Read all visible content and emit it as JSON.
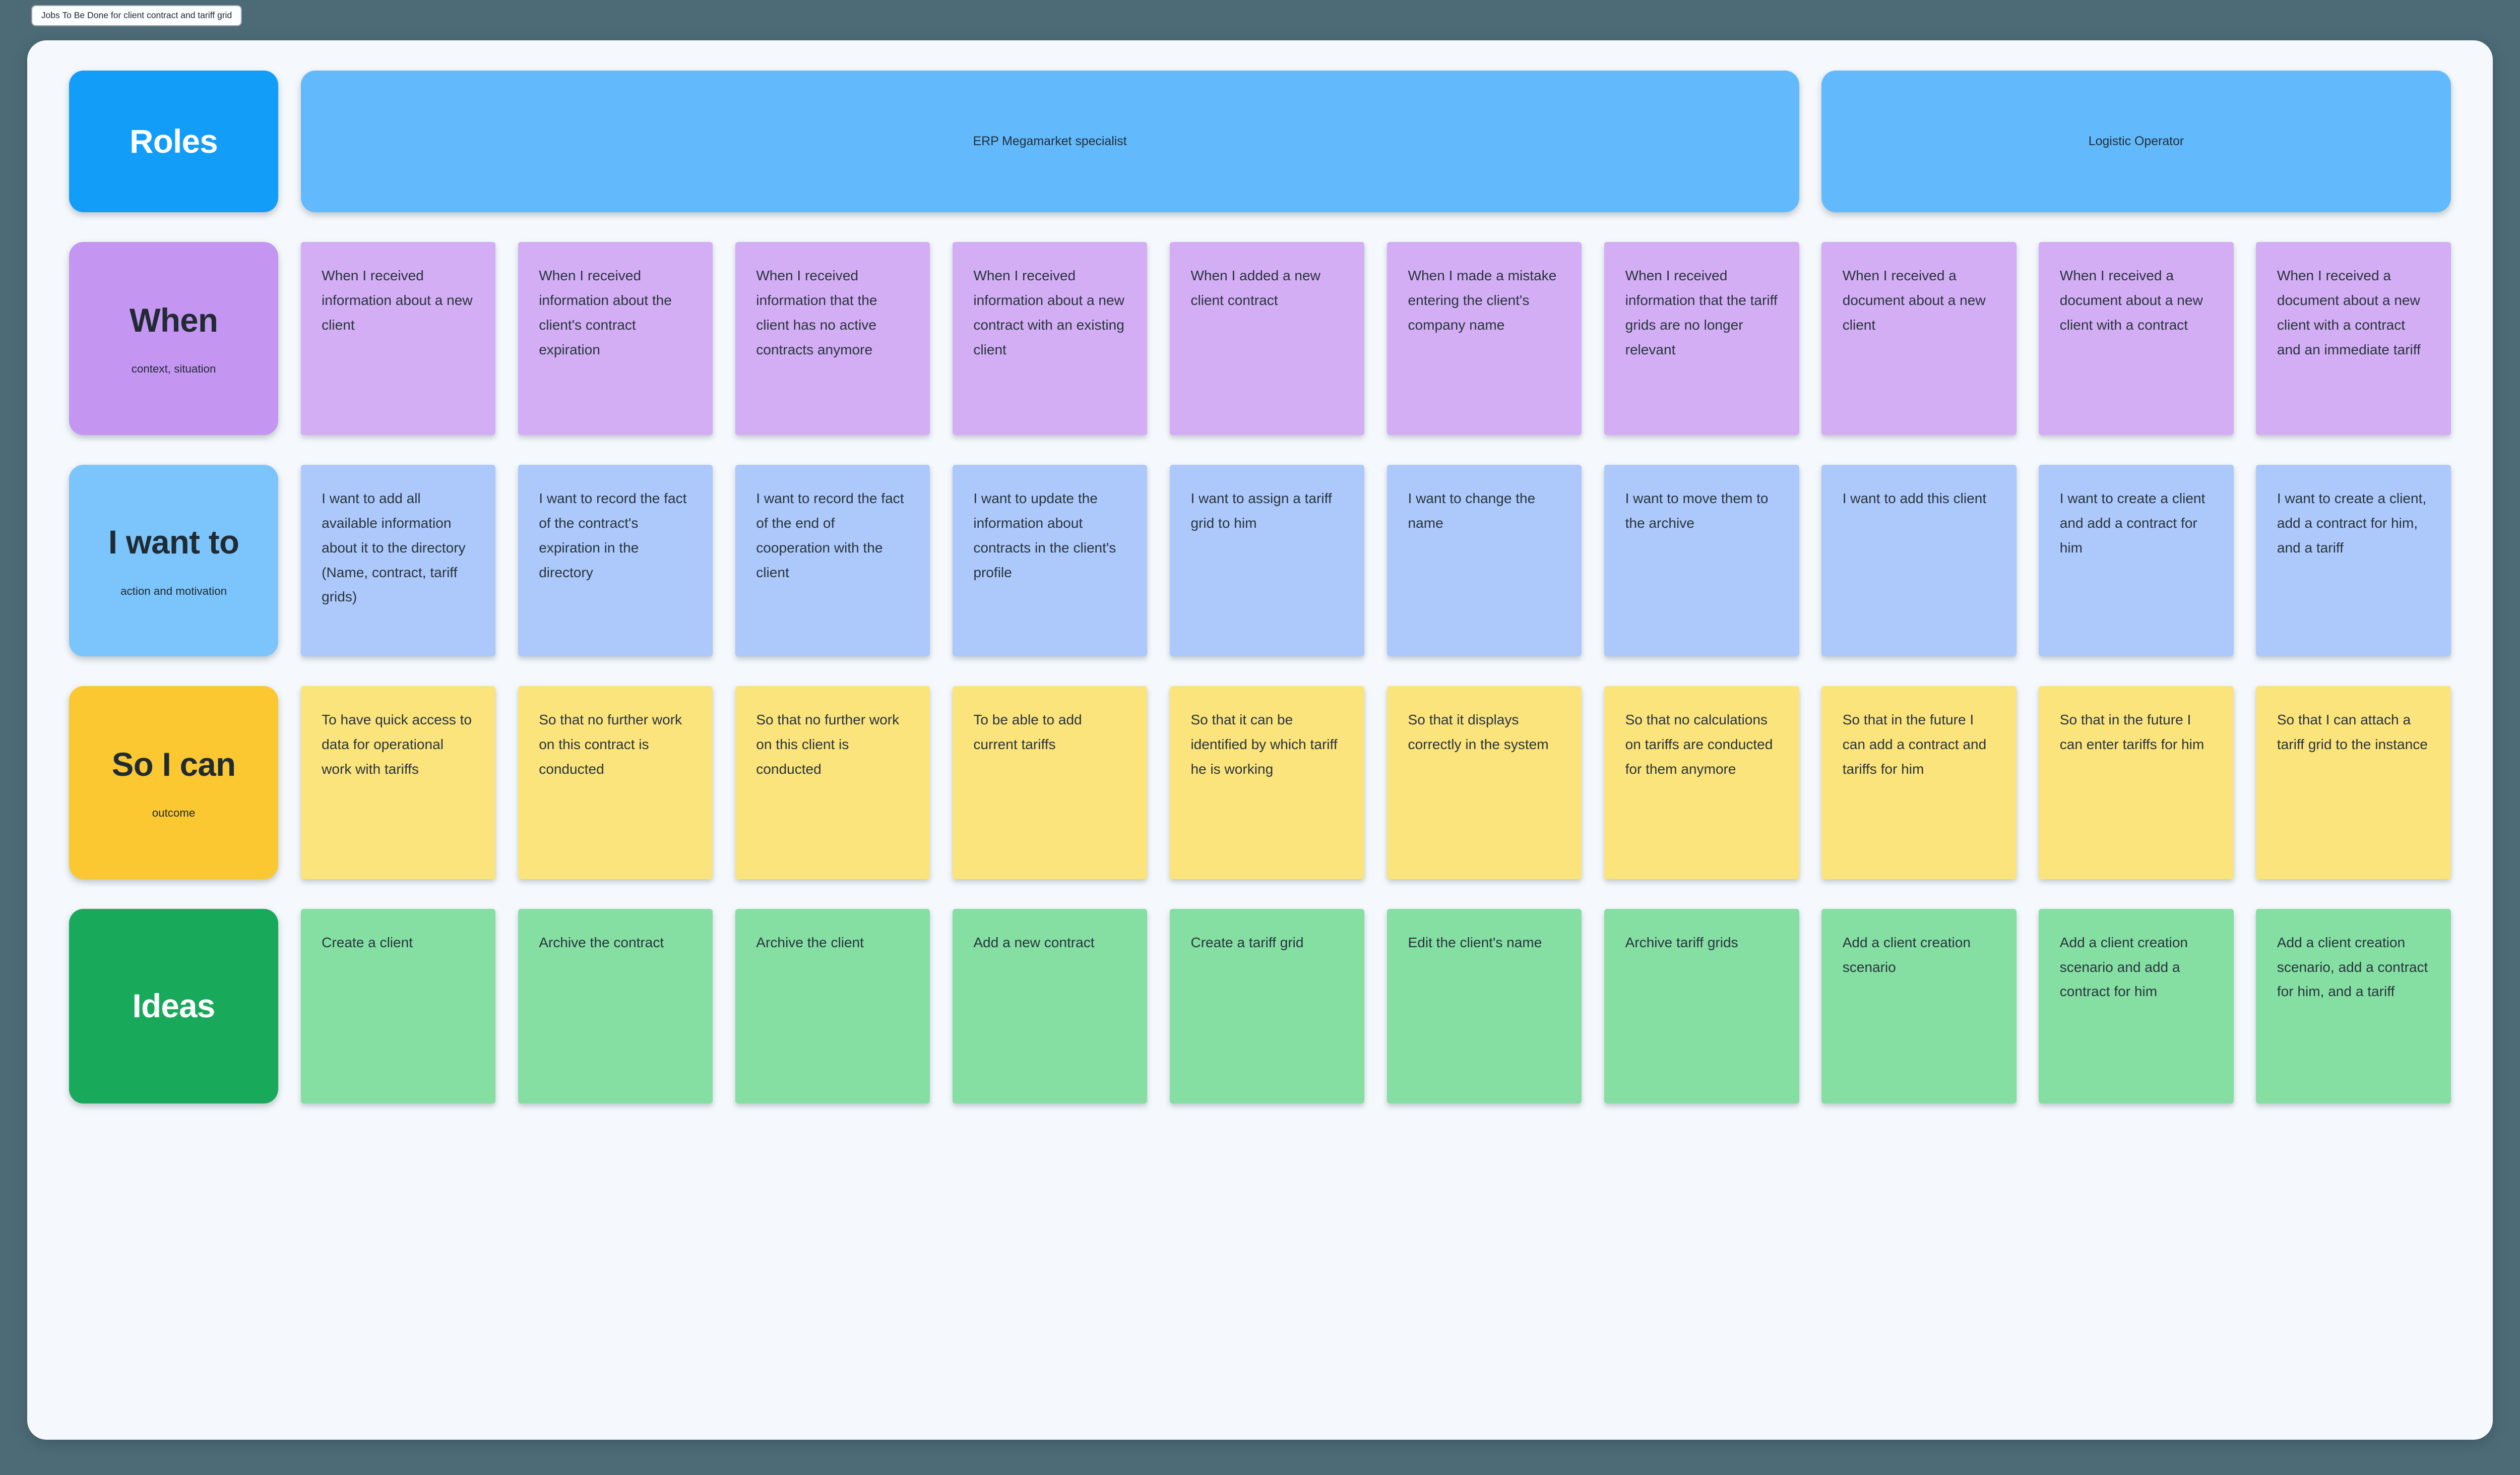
{
  "frame_title": "Jobs To Be Done for client contract and tariff grid",
  "roles_row": {
    "label": "Roles",
    "cells": [
      "ERP Megamarket specialist",
      "Logistic Operator"
    ]
  },
  "rows": [
    {
      "label": "When",
      "subtitle": "context, situation",
      "notes": [
        "When I received information about a new client",
        "When I received information about the client's contract expiration",
        "When I received information that the client has no active contracts anymore",
        "When I received information about a new contract with an existing client",
        "When I added a new client contract",
        "When I made a mistake entering the client's company name",
        "When I received information that the tariff grids are no longer relevant",
        "When I received a document about a new client",
        "When I received a document about a new client with a contract",
        "When I received a document about a new client with a contract and an immediate tariff"
      ]
    },
    {
      "label": "I want to",
      "subtitle": "action and motivation",
      "notes": [
        "I want to add all available information about it to the directory (Name, contract, tariff grids)",
        "I want to record the fact of the contract's expiration in the directory",
        "I want to record the fact of the end of cooperation with the client",
        "I want to update the information about contracts in the client's profile",
        "I want to assign a tariff grid to him",
        "I want to change the name",
        "I want to move them to the archive",
        "I want to add this client",
        "I want to create a client and add a contract for him",
        "I want to create a client, add a contract for him, and a tariff"
      ]
    },
    {
      "label": "So I can",
      "subtitle": "outcome",
      "notes": [
        "To have quick access to data for operational work with tariffs",
        "So that no further work on this contract is conducted",
        "So that no further work on this client is conducted",
        "To be able to add current tariffs",
        "So that it can be identified by which tariff he is working",
        "So that it displays correctly in the system",
        "So that no calculations on tariffs are conducted for them anymore",
        "So that in the future I can add a contract and tariffs for him",
        "So that in the future I can enter tariffs for him",
        "So that I can attach a tariff grid to the instance"
      ]
    },
    {
      "label": "Ideas",
      "subtitle": "",
      "notes": [
        "Create a client",
        "Archive the contract",
        "Archive the client",
        "Add a new contract",
        "Create a tariff grid",
        "Edit the client's name",
        "Archive tariff grids",
        "Add a client creation scenario",
        "Add a client creation scenario and add a contract for him",
        "Add a client creation scenario, add a contract for him, and a tariff"
      ]
    }
  ],
  "colors": {
    "canvas_background": "#4d6b76",
    "board_background": "#f5f9fd",
    "roles_header": "#129df9",
    "roles_cell": "#62b9fc",
    "when_header": "#c495f1",
    "when_note": "#d3aef5",
    "want_header": "#7cc5fc",
    "want_note": "#adc9fb",
    "so_header": "#fcc831",
    "so_note": "#fbe47c",
    "ideas_header": "#18a95b",
    "ideas_note": "#85dfa3"
  }
}
